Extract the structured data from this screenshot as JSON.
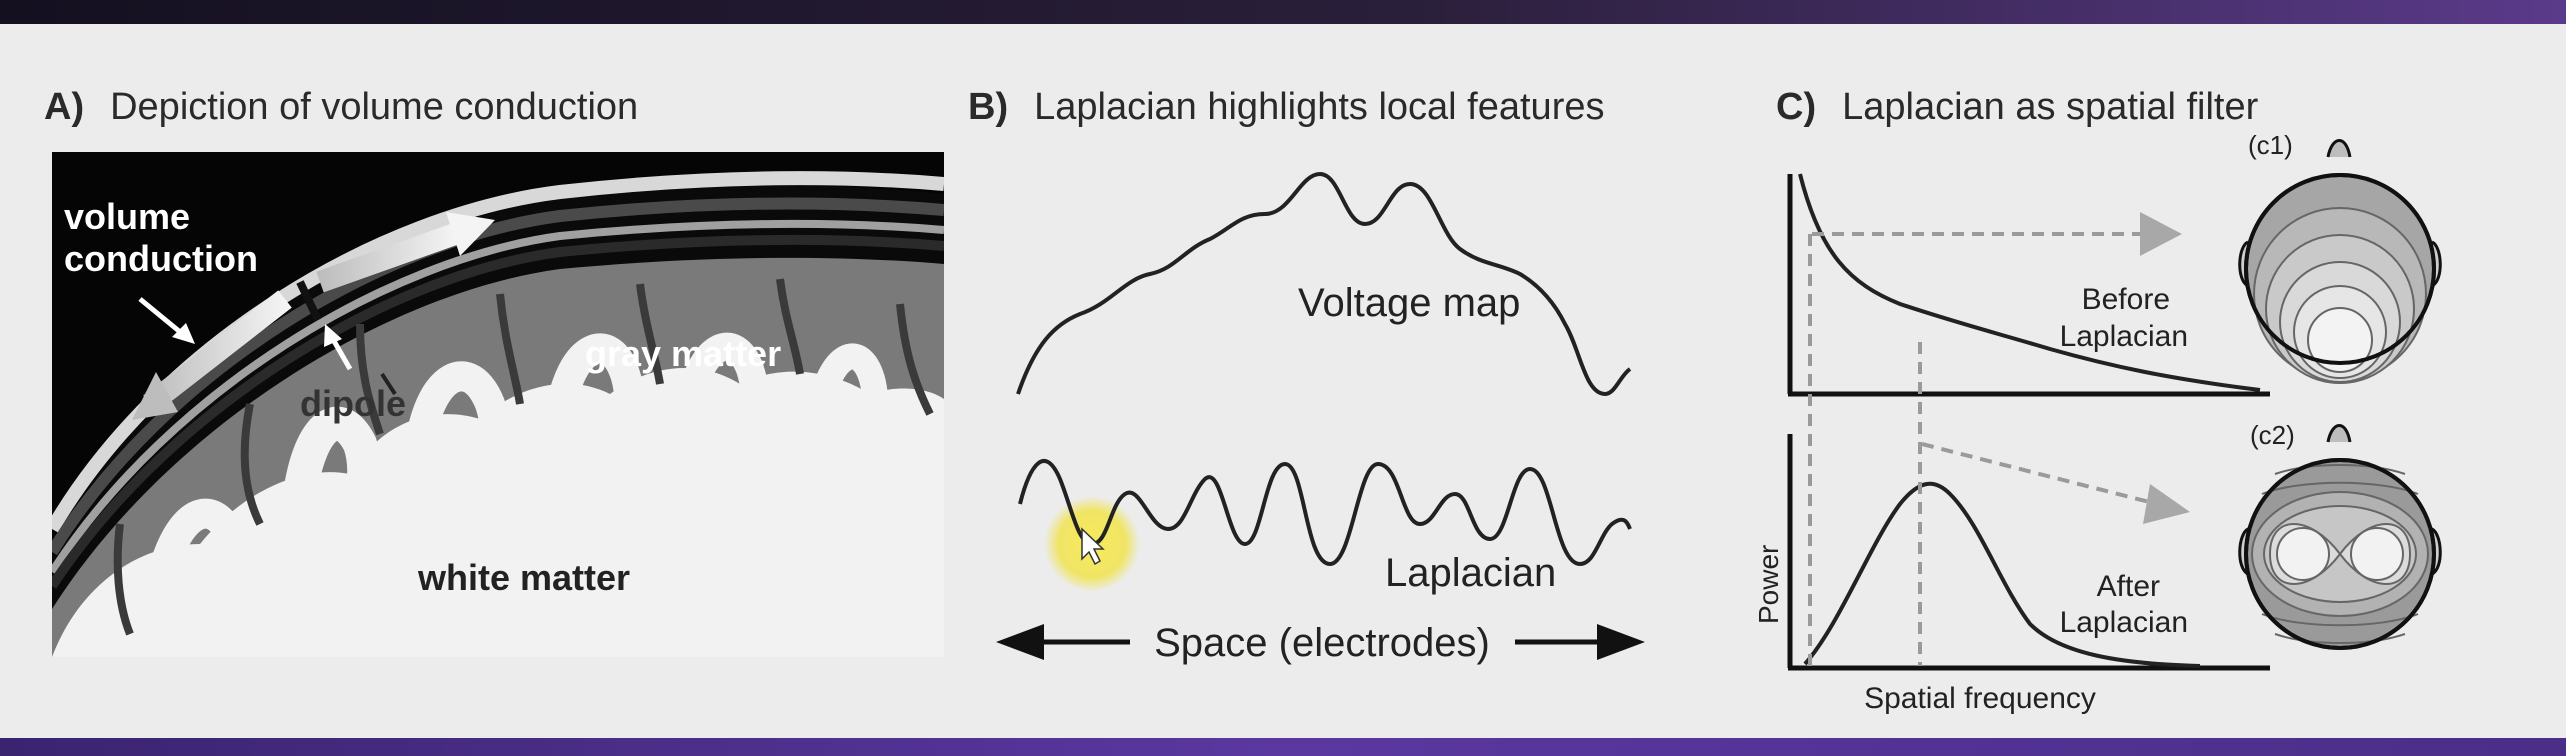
{
  "panel_a": {
    "letter": "A)",
    "title": "Depiction of volume conduction",
    "label_volume_line1": "volume",
    "label_volume_line2": "conduction",
    "label_dipole": "dipole",
    "label_gray": "gray matter",
    "label_white": "white matter"
  },
  "panel_b": {
    "letter": "B)",
    "title": "Laplacian highlights local features",
    "label_voltage": "Voltage map",
    "label_laplacian": "Laplacian",
    "label_space": "Space (electrodes)"
  },
  "panel_c": {
    "letter": "C)",
    "title": "Laplacian as spatial filter",
    "label_before_1": "Before",
    "label_before_2": "Laplacian",
    "label_after_1": "After",
    "label_after_2": "Laplacian",
    "label_power": "Power",
    "label_spatial_freq": "Spatial frequency",
    "label_c1": "(c1)",
    "label_c2": "(c2)"
  },
  "colors": {
    "slide_bg": "#ececec",
    "accent_purple": "#5a38a0",
    "curve": "#222222",
    "arrow_gray": "#a0a0a0",
    "cursor_highlight": "#f2e23a"
  }
}
